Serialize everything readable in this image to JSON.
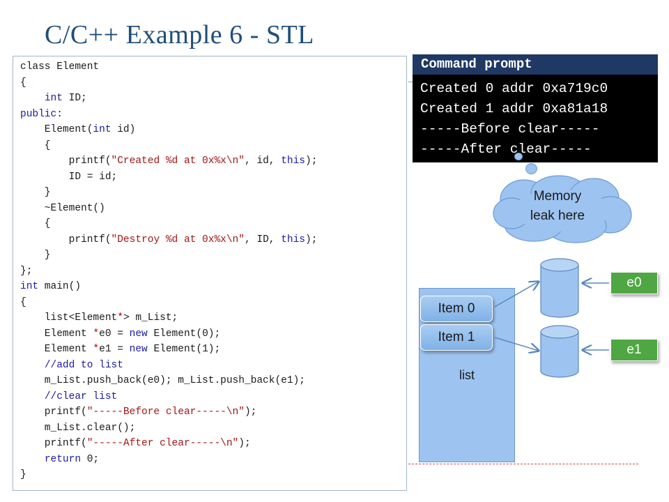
{
  "title": "C/C++ Example 6 - STL",
  "code_lines": [
    "class Element",
    "{",
    "    int ID;",
    "public:",
    "    Element(int id)",
    "    {",
    "        printf(\"Created %d at 0x%x\\n\", id, this);",
    "        ID = id;",
    "    }",
    "    ~Element()",
    "    {",
    "        printf(\"Destroy %d at 0x%x\\n\", ID, this);",
    "    }",
    "};",
    "int main()",
    "{",
    "    list<Element*> m_List;",
    "    Element *e0 = new Element(0);",
    "    Element *e1 = new Element(1);",
    "    //add to list",
    "    m_List.push_back(e0); m_List.push_back(e1);",
    "    //clear list",
    "    printf(\"-----Before clear-----\\n\");",
    "    m_List.clear();",
    "    printf(\"-----After clear-----\\n\");",
    "    return 0;",
    "}"
  ],
  "command_prompt": {
    "title": "Command prompt",
    "lines": [
      "Created 0 addr 0xa719c0",
      "Created 1 addr 0xa81a18",
      "-----Before clear-----",
      "-----After clear-----"
    ]
  },
  "cloud": {
    "line1": "Memory",
    "line2": "leak here"
  },
  "diagram": {
    "list_label": "list",
    "item0": "Item 0",
    "item1": "Item 1",
    "tag0": "e0",
    "tag1": "e1"
  },
  "colors": {
    "title": "#1f4e79",
    "keyword": "#1a1aa6",
    "string": "#a31515",
    "cmd_header_bg": "#1f3864",
    "cmd_bg": "#000000",
    "diagram_blue": "#9dc3f0",
    "tag_green": "#4ea742"
  }
}
